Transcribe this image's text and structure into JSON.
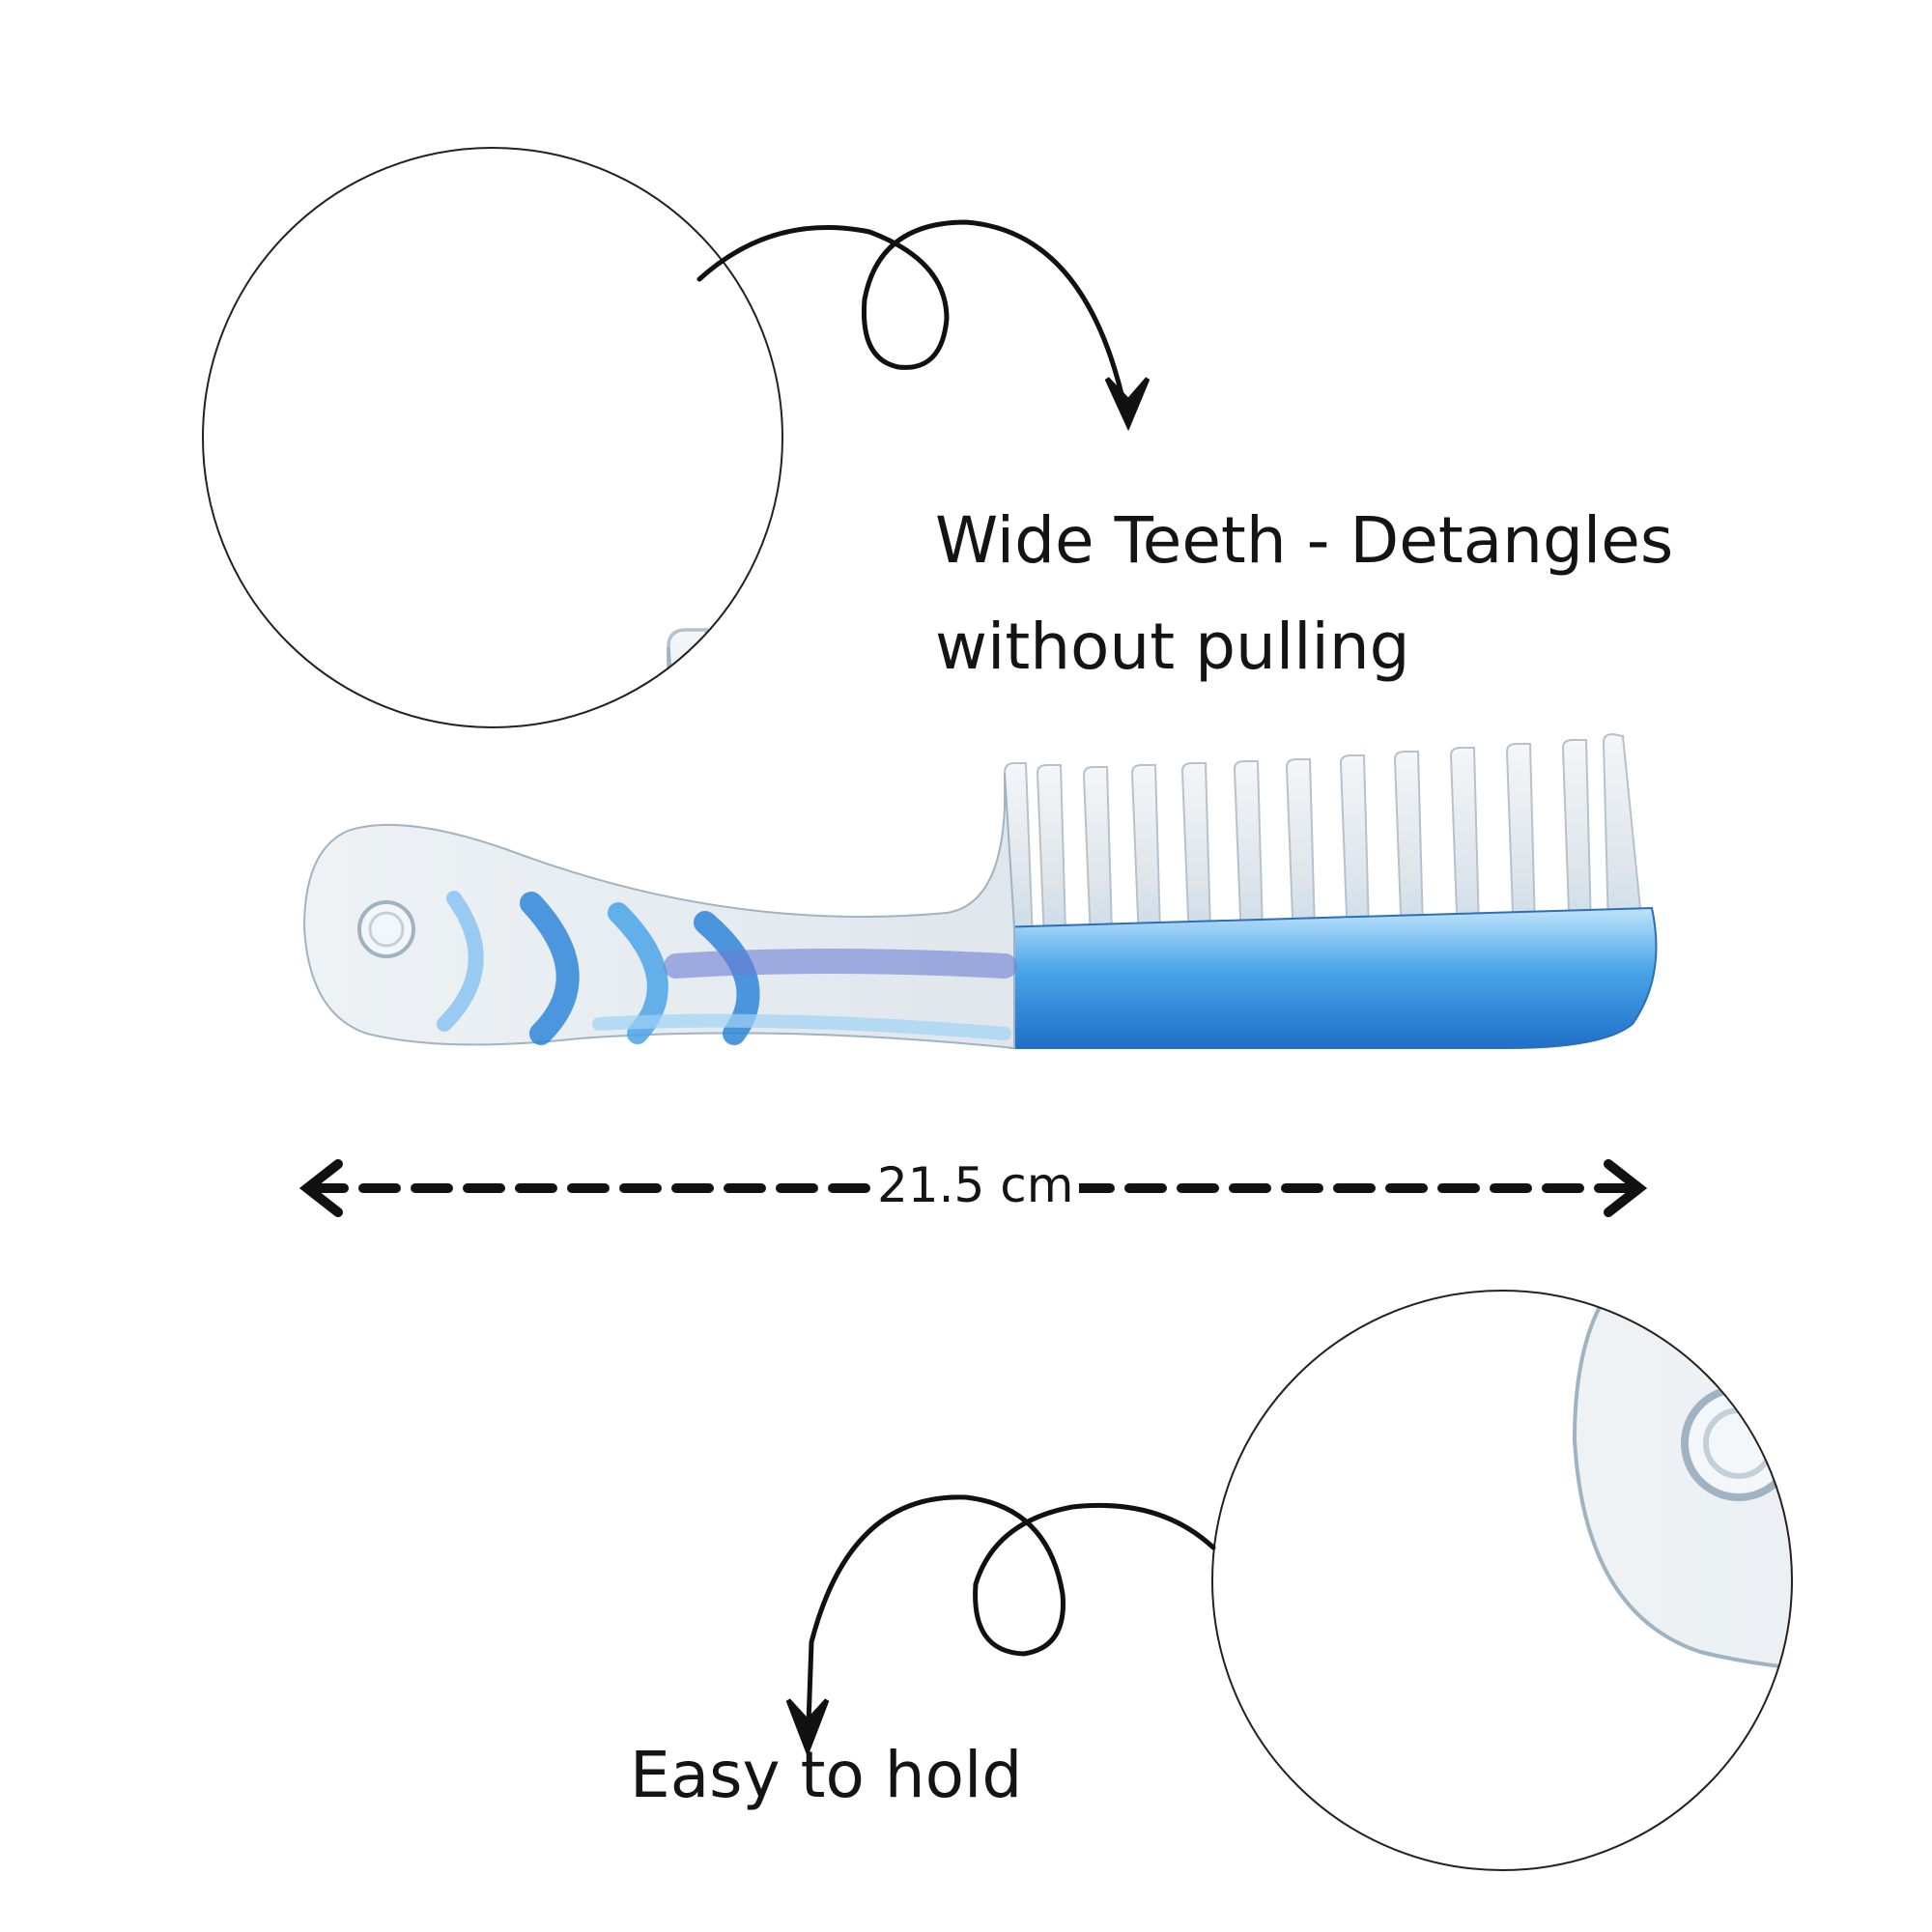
{
  "features": {
    "teeth_line1": "Wide Teeth - Detangles",
    "teeth_line2": "without pulling",
    "handle": "Easy to hold"
  },
  "dimension": {
    "length": "21.5 cm"
  },
  "colors": {
    "comb_blue": "#2f86d8",
    "comb_light_blue": "#9fd3f5",
    "comb_clear": "#e8eef4",
    "ink": "#141414"
  },
  "icons": [
    "curly-arrow-icon",
    "double-headed-dashed-arrow-icon"
  ]
}
